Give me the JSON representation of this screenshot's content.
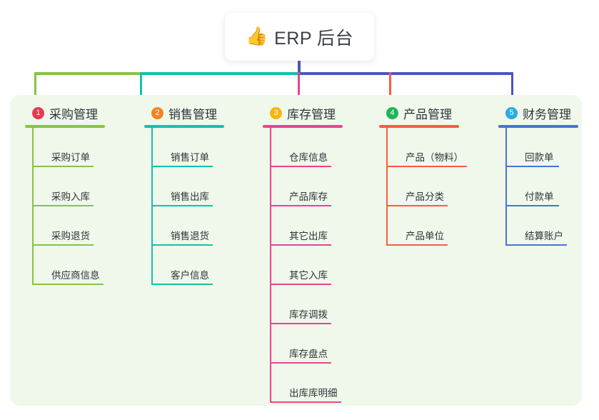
{
  "root": {
    "icon": "thumbs-up-icon",
    "emoji": "👍",
    "title": "ERP 后台"
  },
  "colors": {
    "panel_bg": "#eff8ea",
    "card_bg": "#ffffff",
    "text": "#2f343b",
    "root_stem": "#4a55c0"
  },
  "branches": [
    {
      "number": "1",
      "title": "采购管理",
      "line_color": "#86c541",
      "badge_color": "#e8384f",
      "connector_color": "#86c541",
      "items": [
        "采购订单",
        "采购入库",
        "采购退货",
        "供应商信息"
      ]
    },
    {
      "number": "2",
      "title": "销售管理",
      "line_color": "#13c1ac",
      "badge_color": "#f58220",
      "connector_color": "#13c1ac",
      "items": [
        "销售订单",
        "销售出库",
        "销售退货",
        "客户信息"
      ]
    },
    {
      "number": "3",
      "title": "库存管理",
      "line_color": "#e84393",
      "badge_color": "#f5b612",
      "connector_color": "#e84393",
      "items": [
        "仓库信息",
        "产品库存",
        "其它出库",
        "其它入库",
        "库存调拨",
        "库存盘点",
        "出库库明细"
      ]
    },
    {
      "number": "4",
      "title": "产品管理",
      "line_color": "#fc5a47",
      "badge_color": "#21b35a",
      "connector_color": "#fc5a47",
      "items": [
        "产品（物料）",
        "产品分类",
        "产品单位"
      ]
    },
    {
      "number": "5",
      "title": "财务管理",
      "line_color": "#4a73d6",
      "badge_color": "#29abe2",
      "connector_color": "#4a55c0",
      "items": [
        "回款单",
        "付款单",
        "结算账户"
      ]
    }
  ]
}
